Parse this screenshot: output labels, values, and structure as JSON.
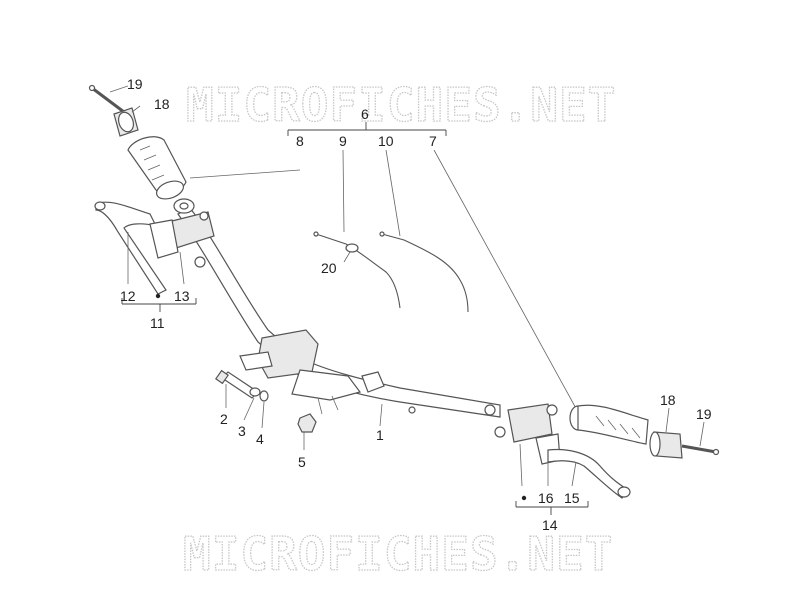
{
  "watermark": {
    "top": "MICROFICHES.NET",
    "bottom": "MICROFICHES.NET"
  },
  "callouts": {
    "c1": "1",
    "c2": "2",
    "c3": "3",
    "c4": "4",
    "c5": "5",
    "c6": "6",
    "c7": "7",
    "c8": "8",
    "c9": "9",
    "c10": "10",
    "c11": "11",
    "c12": "12",
    "c13": "13",
    "c14": "14",
    "c15": "15",
    "c16": "16",
    "c18_left": "18",
    "c18_right": "18",
    "c19_left": "19",
    "c19_right": "19",
    "c20": "20"
  },
  "colors": {
    "linework": "#555555",
    "watermark": "#c7c7c7",
    "background": "#ffffff"
  }
}
